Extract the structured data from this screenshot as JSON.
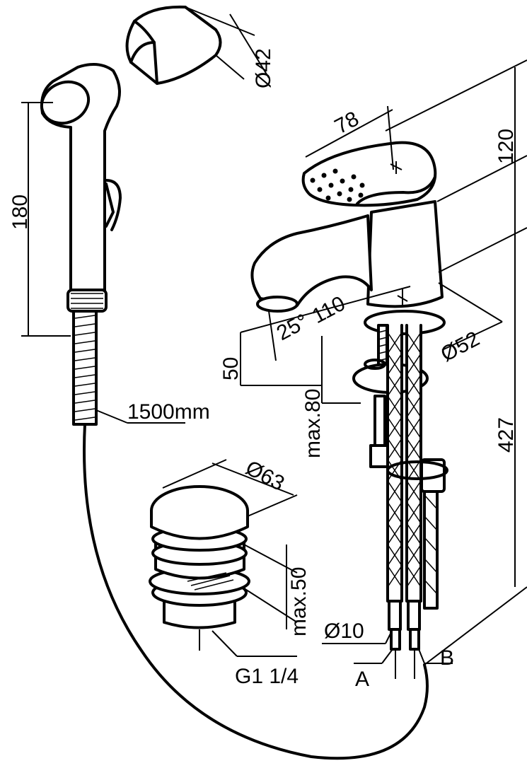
{
  "drawing": {
    "dimensions": {
      "holder_diameter": "Ø42",
      "shower_length": "180",
      "hose_length": "1500mm",
      "handle_length": "78",
      "mixer_height": "120",
      "spout_angle": "25°",
      "spout_reach": "110",
      "spout_clearance": "50",
      "body_diameter": "Ø52",
      "max_deck": "max.80",
      "total_height": "427",
      "waste_diameter": "Ø63",
      "waste_max": "max.50",
      "hose_diameter": "Ø10",
      "waste_thread": "G1 1/4",
      "supply_a": "A",
      "supply_b": "B"
    }
  }
}
